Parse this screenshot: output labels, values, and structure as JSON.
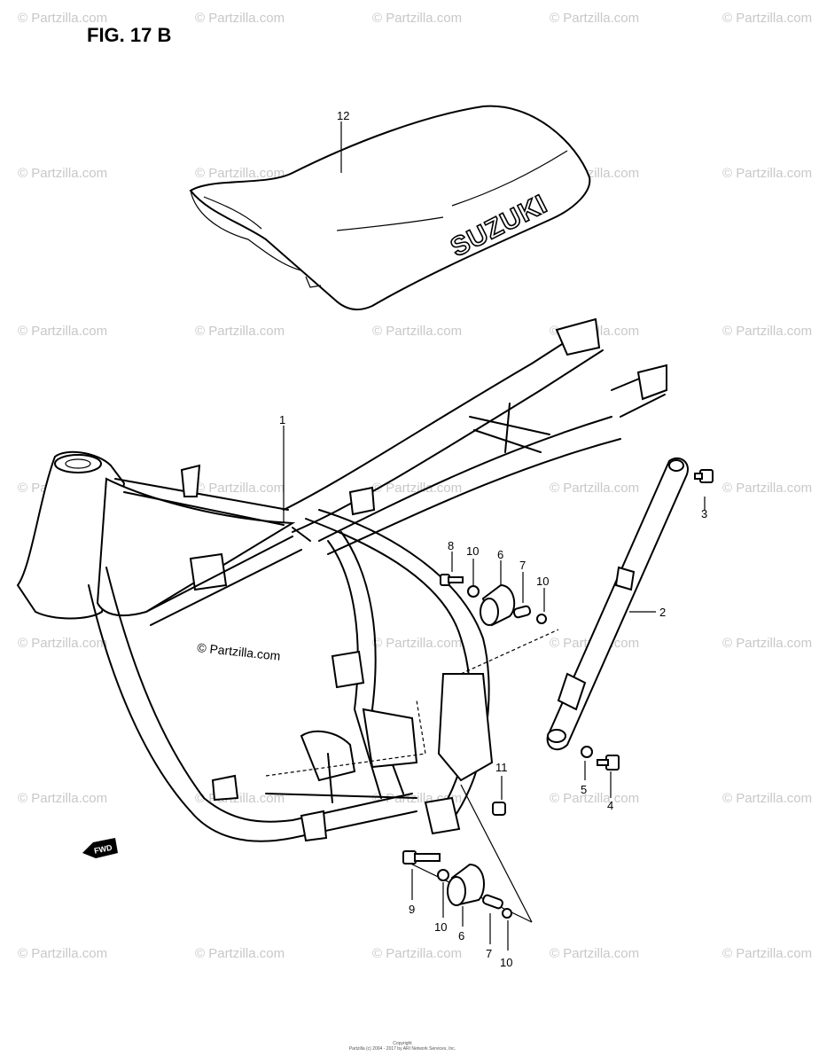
{
  "figure_title": "FIG. 17 B",
  "seat_brand": "SUZUKI",
  "fwd_label": "FWD",
  "watermark": "© Partzilla.com",
  "inline_watermark": "© Partzilla.com",
  "copyright_line1": "Copyright",
  "copyright_line2": "Partzilla (c) 2004 - 2017 by ARI Network Services, Inc.",
  "callouts": {
    "c1": "1",
    "c2": "2",
    "c3": "3",
    "c4": "4",
    "c5": "5",
    "c6a": "6",
    "c6b": "6",
    "c7a": "7",
    "c7b": "7",
    "c8": "8",
    "c9": "9",
    "c10a": "10",
    "c10b": "10",
    "c10c": "10",
    "c10d": "10",
    "c11": "11",
    "c12": "12"
  }
}
